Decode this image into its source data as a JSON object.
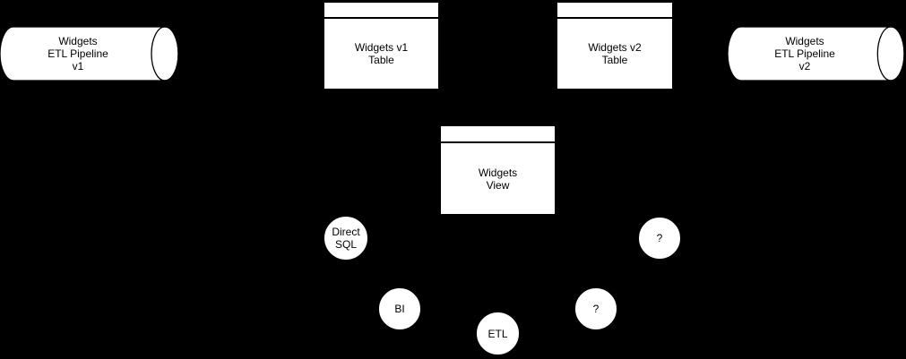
{
  "colors": {
    "background": "#000000",
    "shape_fill": "#ffffff",
    "shape_stroke": "#000000",
    "text": "#000000"
  },
  "nodes": {
    "pipeline_v1": {
      "type": "cylinder",
      "lines": [
        "Widgets",
        "ETL Pipeline",
        "v1"
      ]
    },
    "table_v1": {
      "type": "table",
      "lines": [
        "Widgets v1",
        "Table"
      ]
    },
    "table_v2": {
      "type": "table",
      "lines": [
        "Widgets v2",
        "Table"
      ]
    },
    "pipeline_v2": {
      "type": "cylinder",
      "lines": [
        "Widgets",
        "ETL Pipeline",
        "v2"
      ]
    },
    "view": {
      "type": "table",
      "lines": [
        "Widgets",
        "View"
      ]
    },
    "direct_sql": {
      "type": "circle",
      "lines": [
        "Direct",
        "SQL"
      ]
    },
    "bi": {
      "type": "circle",
      "lines": [
        "BI"
      ]
    },
    "etl": {
      "type": "circle",
      "lines": [
        "ETL"
      ]
    },
    "unknown_1": {
      "type": "circle",
      "lines": [
        "?"
      ]
    },
    "unknown_2": {
      "type": "circle",
      "lines": [
        "?"
      ]
    }
  }
}
